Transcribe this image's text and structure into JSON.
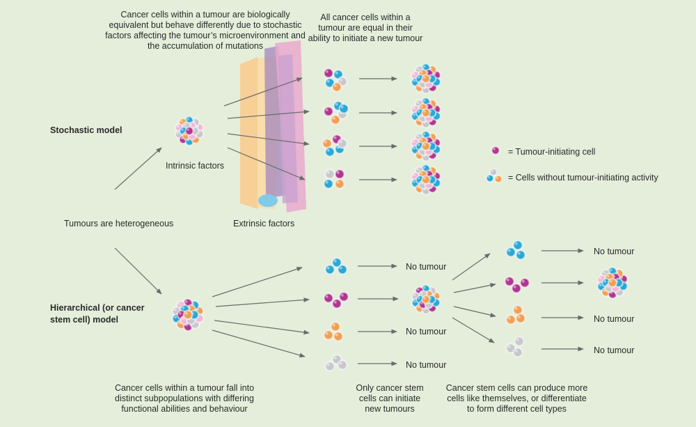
{
  "texts": {
    "stochastic_caption": "Cancer cells within a tumour are biologically equivalent but behave differently due to stochastic factors affecting the tumour’s microenvironment and the accumulation of mutations",
    "equal_caption": "All cancer cells within a tumour are equal in their ability to initiate a new tumour",
    "stochastic_model": "Stochastic model",
    "intrinsic": "Intrinsic factors",
    "extrinsic": "Extrinsic factors",
    "heterogeneous": "Tumours are heterogeneous",
    "hierarchical_model": "Hierarchical (or cancer stem cell) model",
    "subpop_caption": "Cancer cells within a tumour fall into distinct subpopulations with differing functional abilities and behaviour",
    "only_stem_caption": "Only cancer stem cells can initiate new tumours",
    "produce_caption": "Cancer stem cells can produce more cells like themselves, or differentiate to form different cell types"
  },
  "legend": {
    "tic": "= Tumour-initiating cell",
    "non_tic": "= Cells without tumour-initiating activity"
  },
  "outcome": "No tumour",
  "colors": {
    "background": "#e4eedb",
    "magenta": "#b0378f",
    "cyan": "#2aa8d6",
    "orange": "#f0a055",
    "grey": "#c8c8cc",
    "pink": "#f0b8d6",
    "arrow": "#6a6a6a",
    "bar_yellow": "#f7cc8e",
    "bar_pink": "#e9a9cc",
    "bar_purple": "#a486bf",
    "bar_blue": "#7fcbe9"
  }
}
